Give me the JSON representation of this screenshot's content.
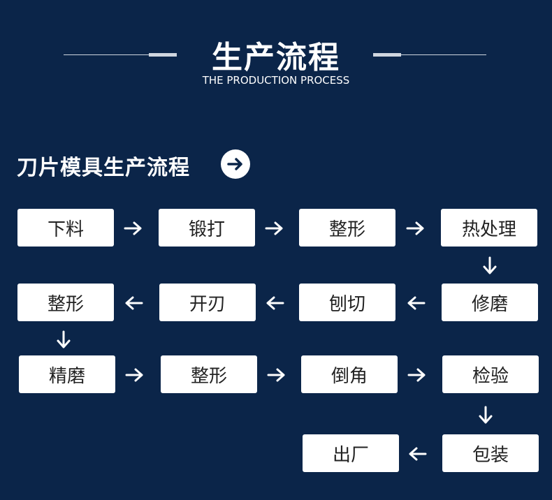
{
  "header": {
    "title": "生产流程",
    "subtitle": "THE PRODUCTION PROCESS"
  },
  "section": {
    "title": "刀片模具生产流程",
    "icon": "arrow-right-circle-icon"
  },
  "steps": [
    "下料",
    "锻打",
    "整形",
    "热处理",
    "修磨",
    "刨切",
    "开刃",
    "整形",
    "精磨",
    "整形",
    "倒角",
    "检验",
    "包装",
    "出厂"
  ],
  "colors": {
    "background": "#0b2549",
    "box": "#ffffff",
    "text": "#222222",
    "arrow": "#ffffff"
  }
}
